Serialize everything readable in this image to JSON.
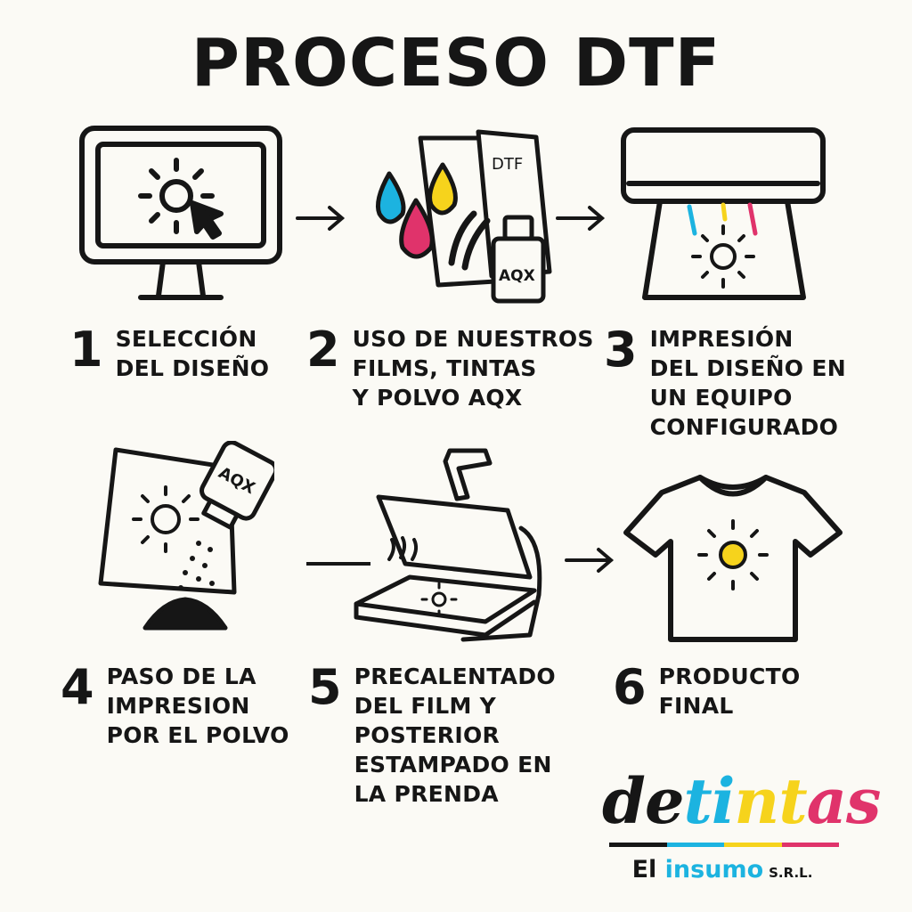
{
  "title": "PROCESO DTF",
  "colors": {
    "cyan": "#1cb3e0",
    "yellow": "#f6d31c",
    "magenta": "#e0336b",
    "ink": "#161616",
    "background": "#fbfaf5"
  },
  "steps": [
    {
      "number": "1",
      "label": "SELECCIÓN\nDEL DISEÑO",
      "icon": "monitor-icon"
    },
    {
      "number": "2",
      "label": "USO DE NUESTROS\nFILMS, TINTAS\nY POLVO AQX",
      "icon": "ink-film-powder-icon",
      "film_text": "DTF",
      "bottle_text": "AQX"
    },
    {
      "number": "3",
      "label": "IMPRESIÓN\nDEL DISEÑO EN\nUN EQUIPO\nCONFIGURADO",
      "icon": "printer-icon"
    },
    {
      "number": "4",
      "label": "PASO DE LA\nIMPRESION\nPOR EL POLVO",
      "icon": "powder-bottle-icon",
      "bottle_text": "AQX"
    },
    {
      "number": "5",
      "label": "PRECALENTADO\nDEL FILM Y\nPOSTERIOR\nESTAMPADO EN\nLA PRENDA",
      "icon": "heat-press-icon"
    },
    {
      "number": "6",
      "label": "PRODUCTO\nFINAL",
      "icon": "tshirt-icon"
    }
  ],
  "logo": {
    "brand_parts": [
      "de",
      "ti",
      "nt",
      "as"
    ],
    "sub_dark": "El",
    "sub_color": "insumo",
    "suffix": "S.R.L."
  }
}
